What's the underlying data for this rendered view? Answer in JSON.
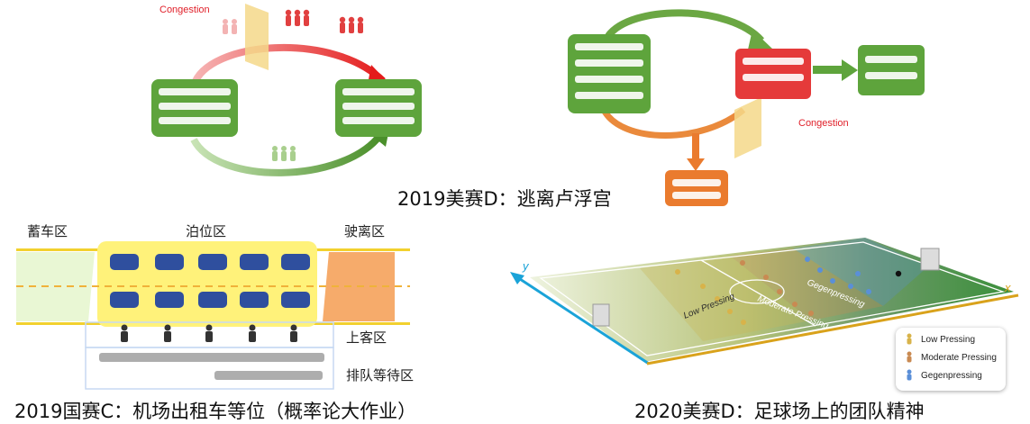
{
  "panel_tl": {
    "congestion_label": "Congestion"
  },
  "panel_tr": {
    "congestion_label": "Congestion",
    "caption": "2019美赛D：逃离卢浮宫"
  },
  "panel_bl": {
    "zone_left": "蓄车区",
    "zone_mid": "泊位区",
    "zone_right": "驶离区",
    "board_label": "上客区",
    "queue_label": "排队等待区",
    "caption": "2019国赛C：机场出租车等位（概率论大作业）"
  },
  "panel_br": {
    "axis_y": "y",
    "axis_x": "x",
    "field_low": "Low Pressing",
    "field_moderate": "Moderate Pressing",
    "field_gegen": "Gegenpressing",
    "legend": [
      {
        "label": "Low Pressing",
        "color": "#d8b34a"
      },
      {
        "label": "Moderate Pressing",
        "color": "#c98a52"
      },
      {
        "label": "Gegenpressing",
        "color": "#5a8fd8"
      }
    ],
    "caption": "2020美赛D：足球场上的团队精神"
  },
  "colors": {
    "green": "#5ea43c",
    "red": "#e53a3a",
    "orange": "#ea7b2e",
    "yellow_panel": "#f5d88a",
    "taxi_zone": "#fff27a",
    "taxi_blue": "#2f4f9e",
    "axis_cyan": "#1aa3d8",
    "axis_gold": "#d9a21b"
  }
}
